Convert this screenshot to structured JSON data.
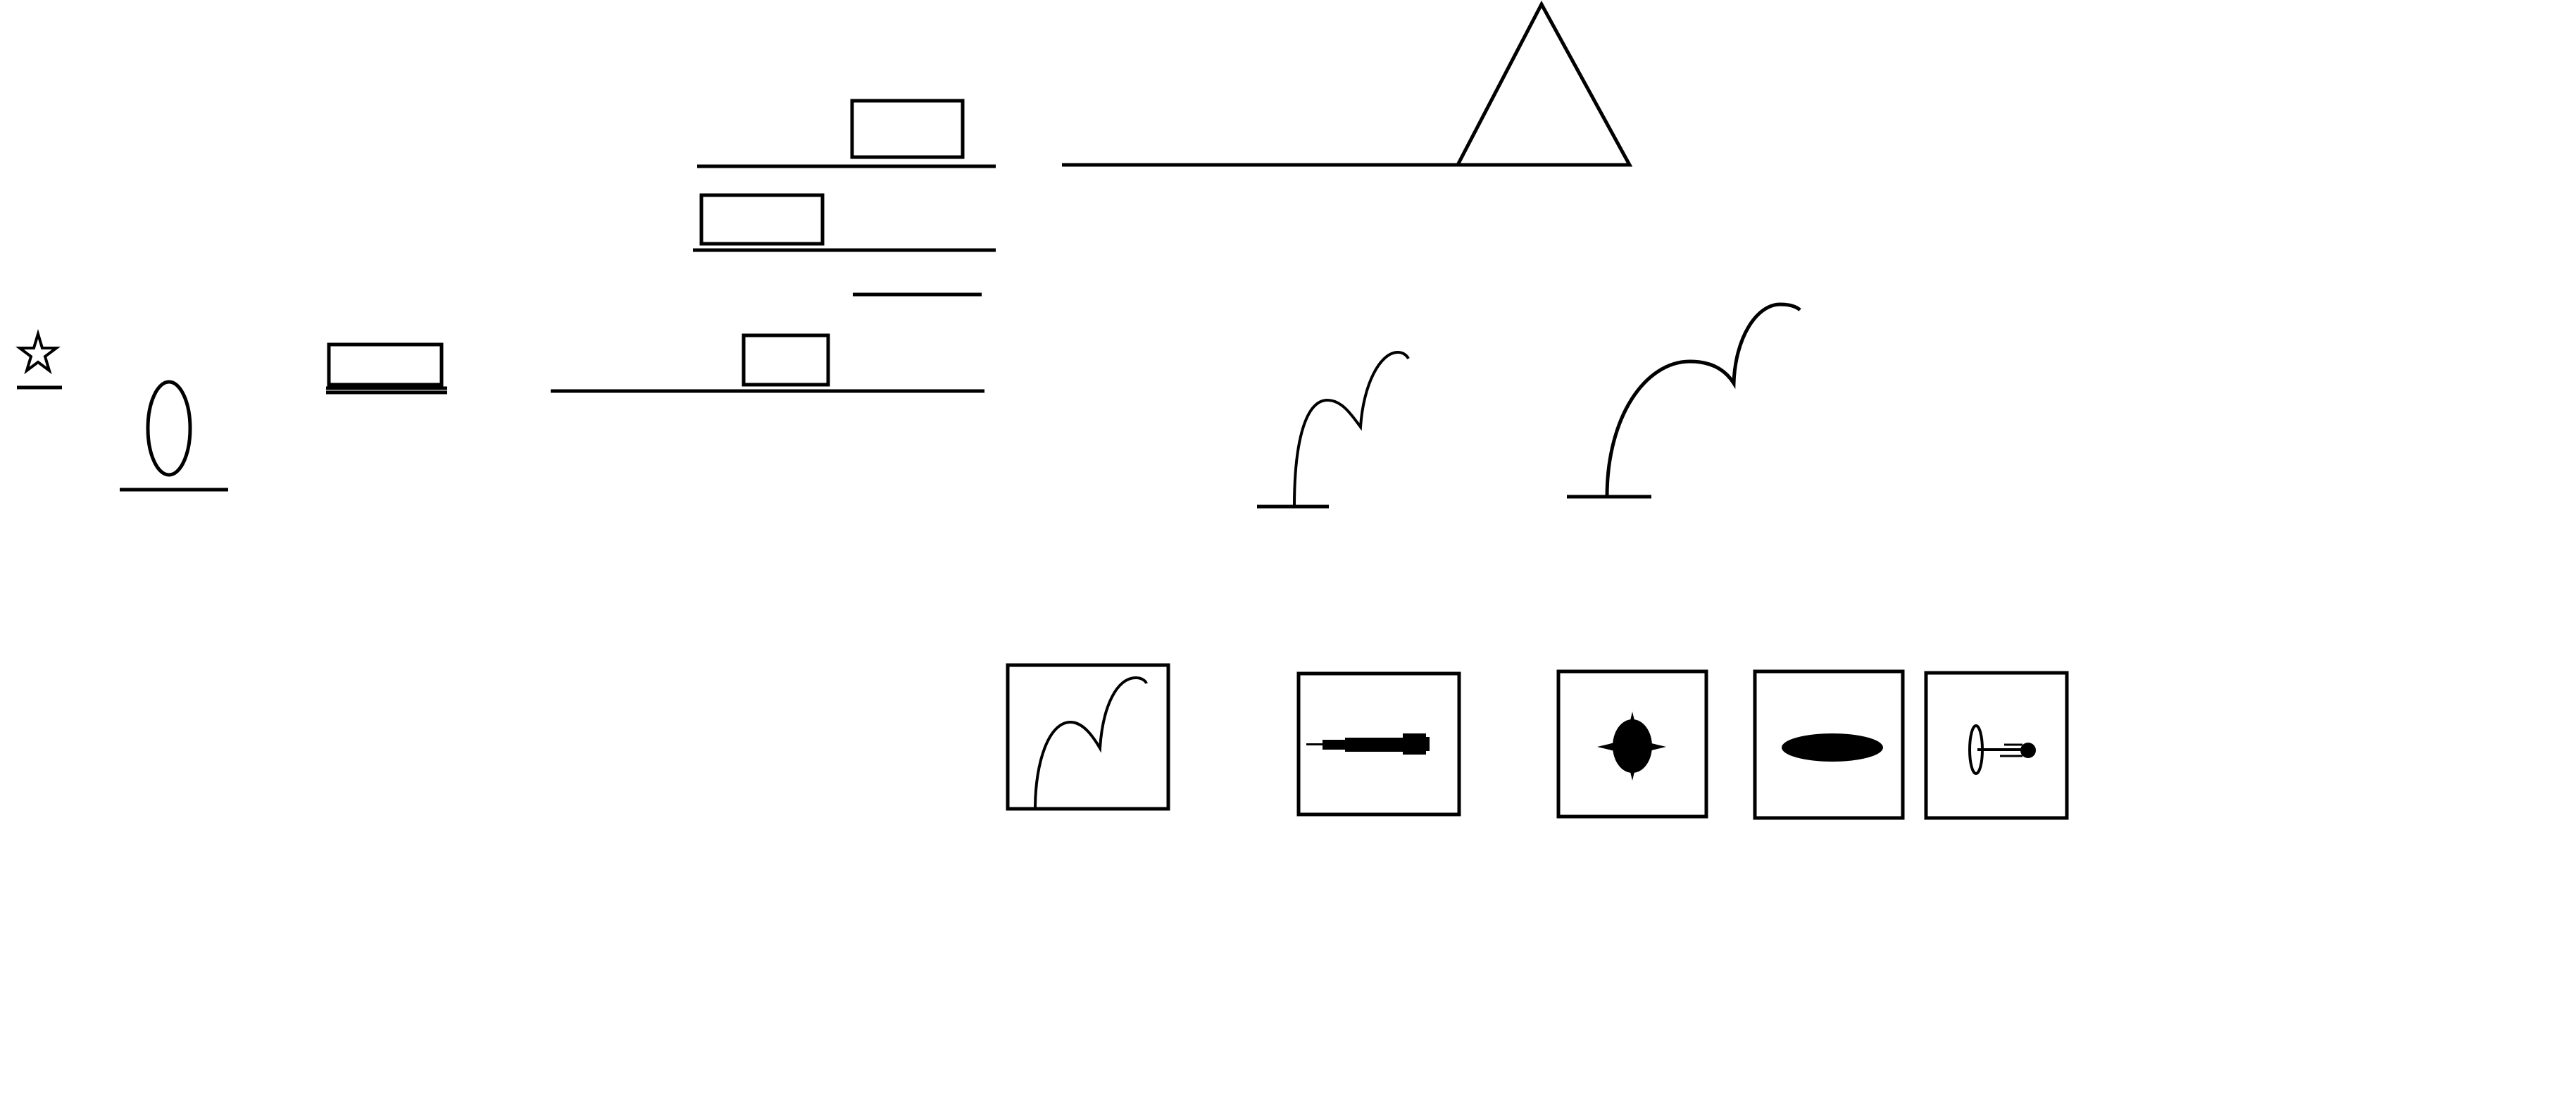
{
  "colors": {
    "ink": "#000000",
    "background": "#ffffff"
  },
  "level": {
    "goal": {
      "icon": "star-icon",
      "state": "uncollected"
    },
    "ball": {
      "icon": "egg-ball-icon"
    },
    "ramp": {
      "icon": "triangle-ramp-icon"
    }
  },
  "toolbar": {
    "tools": [
      {
        "id": "bounce",
        "icon": "bounce-arc-icon",
        "selected": false
      },
      {
        "id": "cannon",
        "icon": "cannon-icon",
        "selected": false
      },
      {
        "id": "spike",
        "icon": "spiked-ball-icon",
        "selected": false
      },
      {
        "id": "disc",
        "icon": "flat-disc-icon",
        "selected": false
      },
      {
        "id": "launcher",
        "icon": "ring-launcher-icon",
        "selected": false
      }
    ]
  }
}
